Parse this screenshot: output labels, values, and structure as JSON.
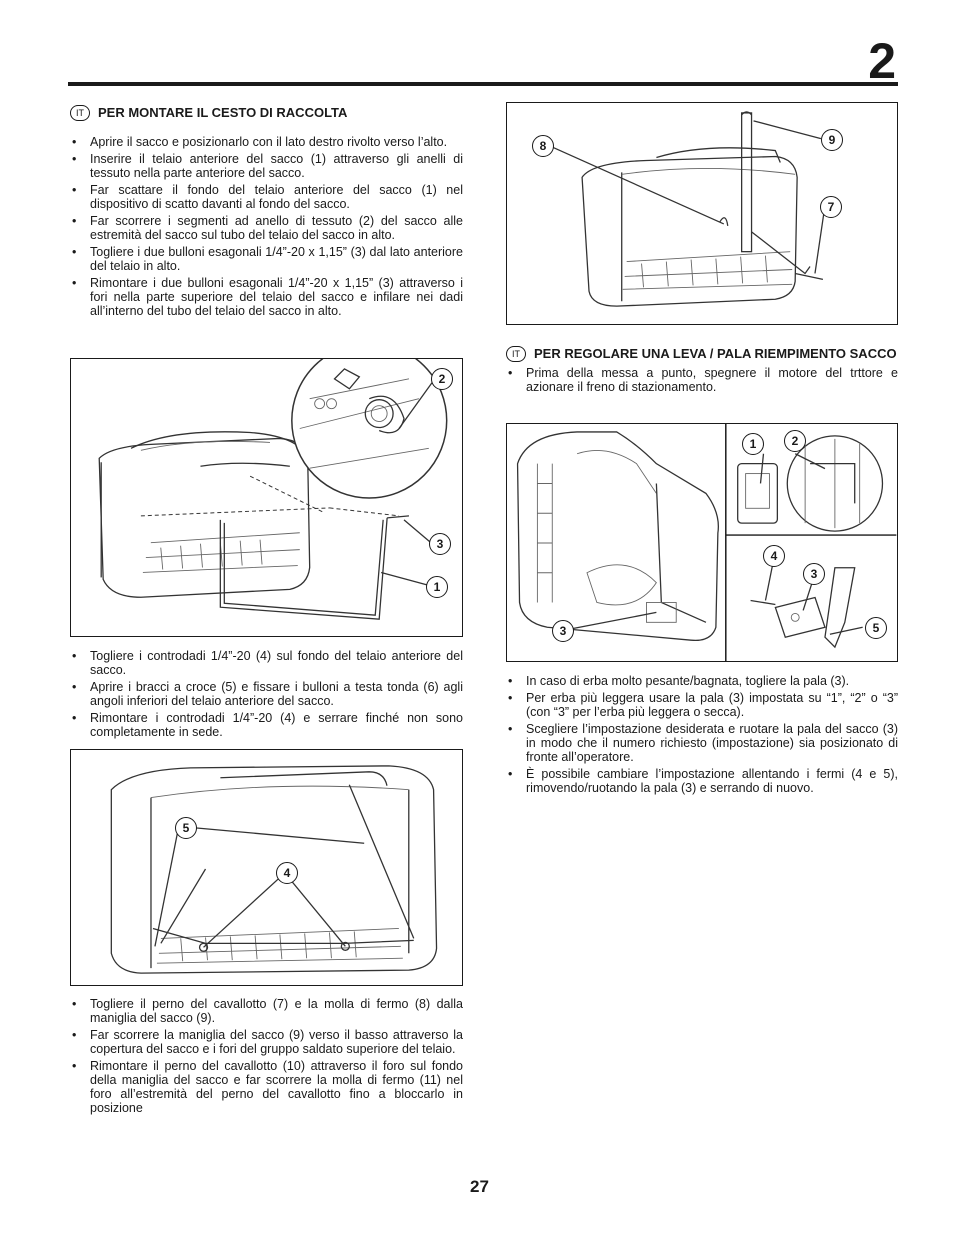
{
  "chapter_number": "2",
  "page_number": "27",
  "lang_badge": "IT",
  "left": {
    "heading": "PER MONTARE IL CESTO DI RACCOLTA",
    "bullets1": [
      "Aprire il sacco e posizionarlo con il lato destro rivolto verso l’alto.",
      "Inserire il telaio anteriore del sacco (1) attraverso gli anelli di tessuto nella parte anteriore del sacco.",
      "Far scattare il fondo del telaio anteriore del sacco (1) nel dispositivo di scatto davanti al fondo del sacco.",
      "Far scorrere i segmenti ad anello di tessuto (2) del sacco alle estremità del sacco sul tubo del telaio del sacco in alto.",
      "Togliere i due bulloni esagonali 1/4”-20 x 1,15” (3) dal lato anteriore del telaio in alto.",
      "Rimontare i due bulloni esagonali 1/4”-20 x 1,15” (3) attraverso i fori nella parte superiore del telaio del sacco e infilare nei dadi all’interno del tubo del telaio del sacco in alto."
    ],
    "fig1_callouts": [
      "2",
      "3",
      "1"
    ],
    "bullets2": [
      "Togliere i controdadi 1/4”-20 (4) sul fondo del telaio anteriore del sacco.",
      "Aprire i bracci a croce (5) e fissare i bulloni a testa tonda (6) agli angoli inferiori del telaio anteriore del sacco.",
      "Rimontare i controdadi 1/4”-20 (4) e serrare finché non sono completamente in sede."
    ],
    "fig2_callouts": [
      "5",
      "4"
    ],
    "bullets3": [
      "Togliere il perno del cavallotto (7) e la molla di fermo (8) dalla maniglia del sacco (9).",
      "Far scorrere la maniglia del sacco (9) verso il basso attraverso la copertura del sacco e i fori del gruppo saldato superiore del telaio.",
      "Rimontare il perno del cavallotto (10) attraverso il foro sul fondo della maniglia del sacco e far scorrere la molla di fermo (11) nel foro all’estremità del perno del cavallotto fino a bloccarlo in posizione"
    ]
  },
  "right": {
    "fig3_callouts": [
      "8",
      "9",
      "7"
    ],
    "heading": "PER REGOLARE UNA LEVA / PALA RIEMPIMENTO SACCO",
    "bullets1": [
      "Prima della messa a punto, spegnere il motore del trttore e azionare il freno di stazionamento."
    ],
    "fig4_callouts": [
      "1",
      "2",
      "4",
      "3",
      "5",
      "3"
    ],
    "bullets2": [
      "In caso di erba molto pesante/bagnata, togliere la pala (3).",
      "Per erba più leggera usare la pala (3) impostata su “1”, “2” o “3” (con “3” per l’erba più leggera o secca).",
      "Scegliere l’impostazione desiderata e ruotare la pala del sacco (3) in modo che il numero richiesto (impostazione) sia posizionato di fronte all’operatore.",
      "È possibile cambiare l’impostazione allentando i fermi (4 e 5), rimovendo/ruotando la pala (3) e serrando di nuovo."
    ]
  }
}
